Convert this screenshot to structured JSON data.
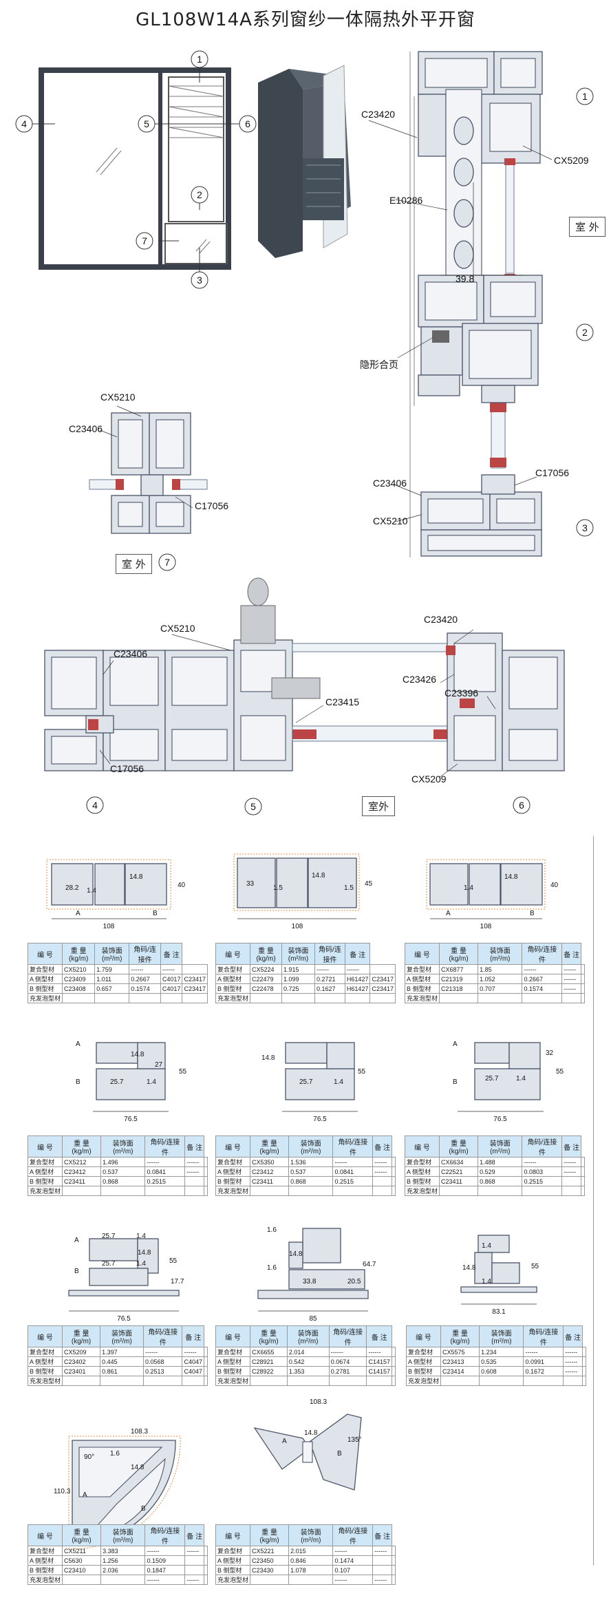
{
  "title": "GL108W14A系列窗纱一体隔热外平开窗",
  "labels": {
    "c23420": "C23420",
    "cx5209": "CX5209",
    "e10286": "E10286",
    "dim398": "39.8",
    "hinge": "隐形合页",
    "cx5210": "CX5210",
    "c23406": "C23406",
    "c17056": "C17056",
    "c23426": "C23426",
    "c23396": "C23396",
    "c23415": "C23415",
    "outdoor": "室外",
    "outdoor_sp": "室 外"
  },
  "markers": [
    "1",
    "2",
    "3",
    "4",
    "5",
    "6",
    "7"
  ],
  "dims": {
    "d108": "108",
    "d40": "40",
    "d45": "45",
    "d33": "33",
    "d282": "28.2",
    "d14": "1.4",
    "d15": "1.5",
    "d148": "14.8",
    "d765": "76.5",
    "d55": "55",
    "d27": "27",
    "d257": "25.7",
    "d32": "32",
    "d177": "17.7",
    "d647": "64.7",
    "d205": "20.5",
    "d338": "33.8",
    "d16": "1.6",
    "d85": "85",
    "d831": "83.1",
    "d1083": "108.3",
    "d1103": "110.3",
    "d90": "90°",
    "d135": "135°",
    "d2": "2",
    "A": "A",
    "B": "B"
  },
  "table_header": [
    "编 号",
    "重 量(kg/m)",
    "装饰面(m²/m)",
    "角码/连接件",
    "备 注"
  ],
  "tables": [
    {
      "rows": [
        [
          "复合型材",
          "CX5210",
          "1.759",
          "------",
          "------",
          ""
        ],
        [
          "A 侧型材",
          "C23409",
          "1.011",
          "0.2667",
          "C4017",
          "C23417"
        ],
        [
          "B 侧型材",
          "C23408",
          "0.657",
          "0.1574",
          "C4017",
          "C23417"
        ],
        [
          "充发泡型材",
          "",
          "",
          "",
          "",
          ""
        ]
      ]
    },
    {
      "rows": [
        [
          "复合型材",
          "CX5224",
          "1.915",
          "------",
          "------",
          ""
        ],
        [
          "A 侧型材",
          "C22479",
          "1.099",
          "0.2721",
          "H61427",
          "C23417"
        ],
        [
          "B 侧型材",
          "C22478",
          "0.725",
          "0.1627",
          "H61427",
          "C23417"
        ],
        [
          "充发泡型材",
          "",
          "",
          "",
          "",
          ""
        ]
      ]
    },
    {
      "rows": [
        [
          "复合型材",
          "CX6877",
          "1.85",
          "------",
          "------",
          ""
        ],
        [
          "A 侧型材",
          "C21319",
          "1.052",
          "0.2667",
          "------",
          ""
        ],
        [
          "B 侧型材",
          "C21318",
          "0.707",
          "0.1574",
          "------",
          ""
        ],
        [
          "充发泡型材",
          "",
          "",
          "",
          "",
          ""
        ]
      ]
    },
    {
      "rows": [
        [
          "复合型材",
          "CX5212",
          "1.496",
          "------",
          "------",
          ""
        ],
        [
          "A 侧型材",
          "C23412",
          "0.537",
          "0.0841",
          "------",
          ""
        ],
        [
          "B 侧型材",
          "C23411",
          "0.868",
          "0.2515",
          "",
          ""
        ],
        [
          "充发泡型材",
          "",
          "",
          "",
          "",
          ""
        ]
      ]
    },
    {
      "rows": [
        [
          "复合型材",
          "CX5350",
          "1.536",
          "------",
          "------",
          ""
        ],
        [
          "A 侧型材",
          "C23412",
          "0.537",
          "0.0841",
          "------",
          ""
        ],
        [
          "B 侧型材",
          "C23411",
          "0.868",
          "0.2515",
          "",
          ""
        ],
        [
          "充发泡型材",
          "",
          "",
          "",
          "",
          ""
        ]
      ]
    },
    {
      "rows": [
        [
          "复合型材",
          "CX6634",
          "1.488",
          "------",
          "------",
          ""
        ],
        [
          "A 侧型材",
          "C22521",
          "0.529",
          "0.0803",
          "------",
          ""
        ],
        [
          "B 侧型材",
          "C23411",
          "0.868",
          "0.2515",
          "",
          ""
        ],
        [
          "充发泡型材",
          "",
          "",
          "",
          "",
          ""
        ]
      ]
    },
    {
      "rows": [
        [
          "复合型材",
          "CX5209",
          "1.397",
          "------",
          "------",
          ""
        ],
        [
          "A 侧型材",
          "C23402",
          "0.445",
          "0.0568",
          "C4047",
          ""
        ],
        [
          "B 侧型材",
          "C23401",
          "0.861",
          "0.2513",
          "C4047",
          ""
        ],
        [
          "充发泡型材",
          "",
          "",
          "",
          "",
          ""
        ]
      ]
    },
    {
      "rows": [
        [
          "复合型材",
          "CX6655",
          "2.014",
          "------",
          "------",
          ""
        ],
        [
          "A 侧型材",
          "C28921",
          "0.542",
          "0.0674",
          "C14157",
          ""
        ],
        [
          "B 侧型材",
          "C28922",
          "1.353",
          "0.2781",
          "C14157",
          ""
        ],
        [
          "充发泡型材",
          "",
          "",
          "",
          "",
          ""
        ]
      ]
    },
    {
      "rows": [
        [
          "复合型材",
          "CX5575",
          "1.234",
          "------",
          "------",
          ""
        ],
        [
          "A 侧型材",
          "C23413",
          "0.535",
          "0.0991",
          "------",
          ""
        ],
        [
          "B 侧型材",
          "C23414",
          "0.608",
          "0.1672",
          "------",
          ""
        ],
        [
          "充发泡型材",
          "",
          "",
          "",
          "",
          ""
        ]
      ]
    },
    {
      "rows": [
        [
          "复合型材",
          "CX5211",
          "3.383",
          "------",
          "------",
          ""
        ],
        [
          "A 侧型材",
          "C5630",
          "1.256",
          "0.1509",
          "",
          ""
        ],
        [
          "B 侧型材",
          "C23410",
          "2.036",
          "0.1847",
          "",
          ""
        ],
        [
          "充发泡型材",
          "",
          "",
          "------",
          "------",
          ""
        ]
      ]
    },
    {
      "rows": [
        [
          "复合型材",
          "CX5221",
          "2.015",
          "------",
          "------",
          ""
        ],
        [
          "A 侧型材",
          "C23450",
          "0.846",
          "0.1474",
          "",
          ""
        ],
        [
          "B 侧型材",
          "C23430",
          "1.078",
          "0.107",
          "",
          ""
        ],
        [
          "充发泡型材",
          "",
          "",
          "------",
          "------",
          ""
        ]
      ]
    }
  ]
}
